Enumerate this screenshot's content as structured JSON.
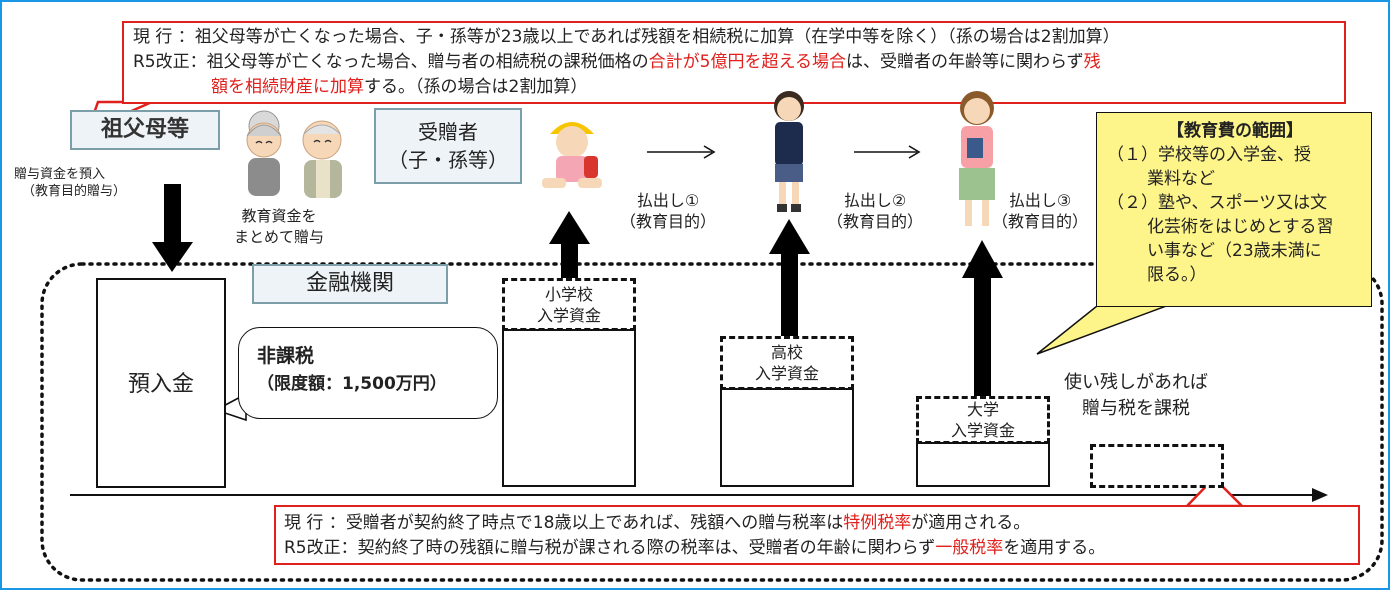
{
  "top_note": {
    "current_label": "現  行 ：",
    "current_text": "祖父母等が亡くなった場合、子・孫等が23歳以上であれば残額を相続税に加算（在学中等を除く）（孫の場合は2割加算）",
    "r5_label": "R5改正：",
    "r5_text_1": "祖父母等が亡くなった場合、贈与者の相続税の課税価格の",
    "r5_red_1": "合計が5億円を超える場合",
    "r5_text_2": "は、受贈者の年齢等に関わらず",
    "r5_red_2": "残",
    "r5_red_3": "額を相続財産に加算",
    "r5_text_3": "する。（孫の場合は2割加算）"
  },
  "grandparents_label": "祖父母等",
  "deposit_arrow_label": [
    "贈与資金を預入",
    "（教育目的贈与）"
  ],
  "lump_gift_label": [
    "教育資金を",
    "まとめて贈与"
  ],
  "recipient_label": [
    "受贈者",
    "（子・孫等）"
  ],
  "payouts": [
    {
      "label": "払出し①",
      "purpose": "（教育目的）"
    },
    {
      "label": "払出し②",
      "purpose": "（教育目的）"
    },
    {
      "label": "払出し③",
      "purpose": "（教育目的）"
    }
  ],
  "education_scope": {
    "title": "【教育費の範囲】",
    "items": [
      [
        "（１）学校等の入学金、授",
        "業料など"
      ],
      [
        "（２）塾や、スポーツ又は文",
        "化芸術をはじめとする習",
        "い事など（23歳未満に",
        "限る。）"
      ]
    ]
  },
  "financial_institution": "金融機関",
  "deposit_box": "預入金",
  "tax_exempt": {
    "title": "非課税",
    "limit": "（限度額：1,500万円）"
  },
  "funds": [
    [
      "小学校",
      "入学資金"
    ],
    [
      "高校",
      "入学資金"
    ],
    [
      "大学",
      "入学資金"
    ]
  ],
  "leftover_note": [
    "使い残しがあれば",
    "贈与税を課税"
  ],
  "bottom_note": {
    "current_label": "現  行 ：",
    "current_text_1": "受贈者が契約終了時点で18歳以上であれば、残額への贈与税率は",
    "current_red": "特例税率",
    "current_text_2": "が適用される。",
    "r5_label": "R5改正：",
    "r5_text_1": "契約終了時の残額に贈与税が課される際の税率は、受贈者の年齢に関わらず",
    "r5_red": "一般税率",
    "r5_text_2": "を適用する。"
  },
  "colors": {
    "accent_red": "#e0201c",
    "frame_blue": "#1a96e6",
    "callout_yellow": "#fdf48a",
    "label_box_fill": "#edf3f6"
  }
}
